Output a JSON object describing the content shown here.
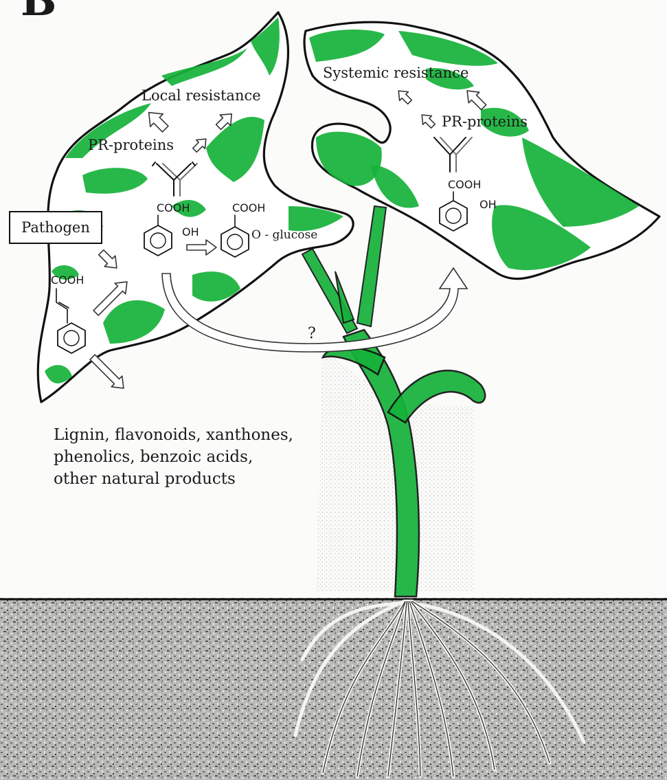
{
  "panel_letter": "B",
  "labels": {
    "local_resistance": "Local resistance",
    "systemic_resistance": "Systemic resistance",
    "pr_proteins_left": "PR-proteins",
    "pr_proteins_right": "PR-proteins",
    "pathogen": "Pathogen",
    "cooh_cinnamic": "COOH",
    "cooh_sa_left": "COOH",
    "oh_sa_left": "OH",
    "cooh_glucoside": "COOH",
    "o_glucose": "O - glucose",
    "cooh_sa_right": "COOH",
    "oh_sa_right": "OH",
    "question": "?",
    "products_line1": "Lignin, flavonoids, xanthones,",
    "products_line2": "phenolics, benzoic acids,",
    "products_line3": "other natural products"
  },
  "colors": {
    "leaf_green": "#16b23a",
    "ink": "#111111",
    "soil": "#9a9a9a"
  }
}
